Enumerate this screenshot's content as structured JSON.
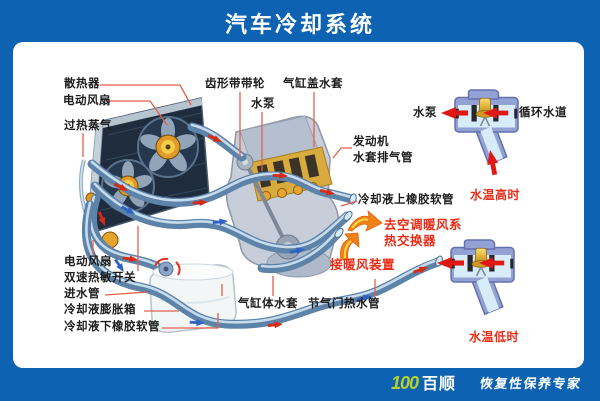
{
  "header": {
    "title": "汽车冷却系统",
    "bg_color": "#0d63b1",
    "text_color": "#ffffff"
  },
  "footer": {
    "logo_number": "100",
    "logo_name": "百顺",
    "slogan": "恢复性保养专家",
    "logo_color": "#b9d02c"
  },
  "colors": {
    "accent_red": "#e82c17",
    "leader_line": "#e2604b",
    "pipe": "#5e83a8",
    "thermostat_housing": "#93a2d4",
    "thermostat_channel": "#d6ecf8",
    "thermostat_bell_gold": "#e3b53a",
    "label_text": "#1c1c1c"
  },
  "diagram": {
    "labels": {
      "radiator": "散热器",
      "electric_fan_top": "电动风扇",
      "overheated_steam": "过热蒸气",
      "toothed_belt_pulley": "齿形带带轮",
      "water_pump": "水泵",
      "cylinder_head_water_jacket": "气缸盖水套",
      "engine_line1": "发动机",
      "engine_line2": "水套排气管",
      "coolant_upper_hose": "冷却液上橡胶软管",
      "to_ac_heater_line1": "去空调暖风系",
      "to_ac_heater_line2": "热交换器",
      "heater_connection": "接暖风装置",
      "electric_fan_bottom": "电动风扇",
      "dual_speed_thermo_switch": "双速热敏开关",
      "water_inlet_pipe": "进水管",
      "coolant_expansion_tank": "冷却液膨胀箱",
      "coolant_lower_hose": "冷却液下橡胶软管",
      "cylinder_block_water_jacket": "气缸体水套",
      "throttle_hot_water_pipe": "节气门热水管",
      "thermostat_water_pump": "水泵",
      "circulation_channel": "循环水道",
      "temp_high": "水温高时",
      "temp_low": "水温低时"
    }
  }
}
